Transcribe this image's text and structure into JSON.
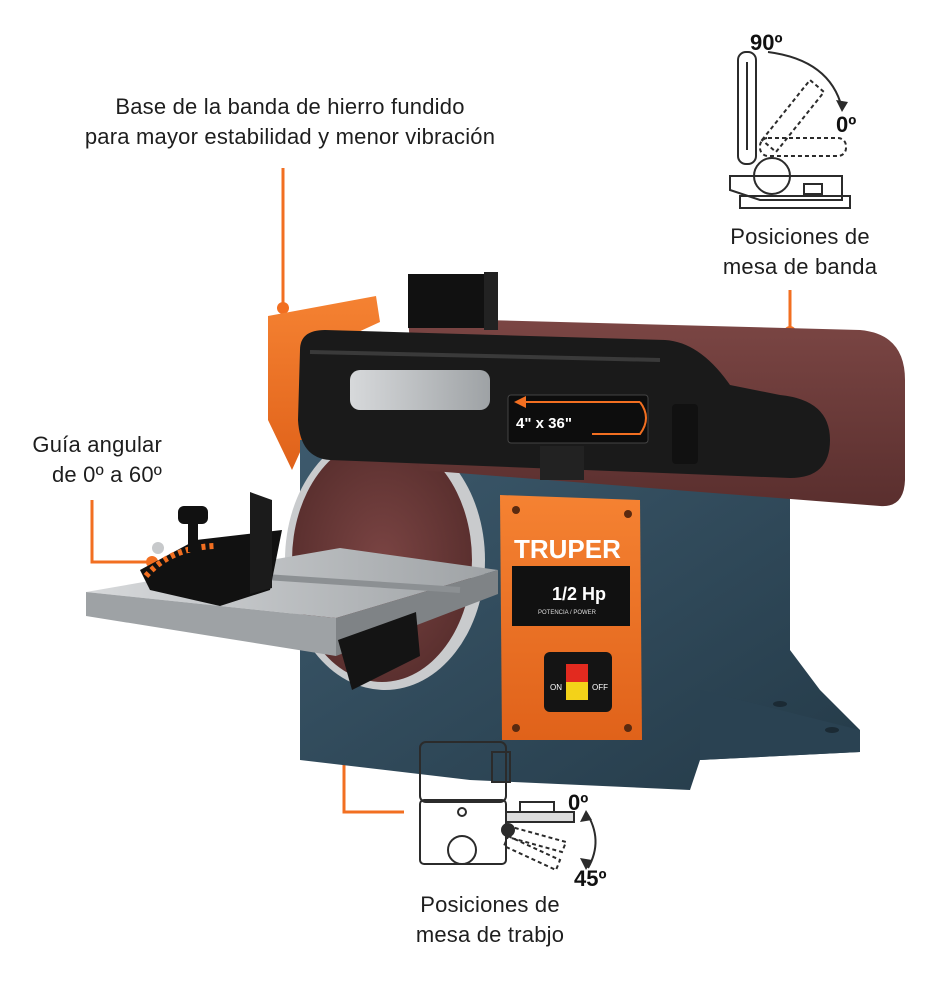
{
  "callouts": {
    "base": {
      "line1": "Base de la banda de hierro fundido",
      "line2": "para mayor estabilidad y menor vibración"
    },
    "guide": {
      "line1": "Guía angular",
      "line2": "de 0º a 60º"
    },
    "belt_table": {
      "line1": "Posiciones de",
      "line2": "mesa de banda",
      "angle_top": "90º",
      "angle_bottom": "0º"
    },
    "work_table": {
      "line1": "Posiciones de",
      "line2": "mesa de trabjo",
      "angle_top": "0º",
      "angle_bottom": "45º"
    }
  },
  "machine": {
    "brand": "TRUPER",
    "power_value": "1/2 Hp",
    "power_label": "POTENCIA / POWER",
    "belt_size": "4\" x 36\"",
    "switch_on": "ON",
    "switch_off": "OFF"
  },
  "colors": {
    "accent": "#f26f21",
    "body": "#2f4a5c",
    "belt": "#6e3b3a",
    "dark": "#151515",
    "metal": "#b9bcbe"
  }
}
